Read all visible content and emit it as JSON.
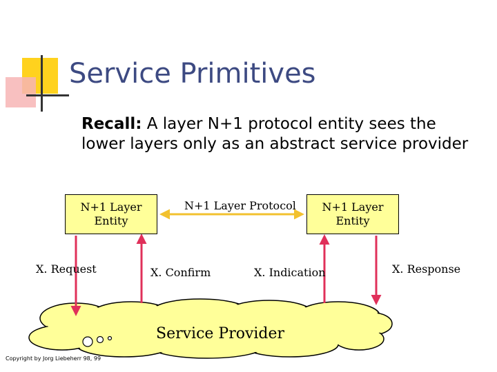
{
  "slide": {
    "title": "Service Primitives",
    "body_bold": "Recall:",
    "body_text": " A layer N+1 protocol entity sees the lower layers only as an abstract service provider"
  },
  "diagram": {
    "left_entity": "N+1 Layer Entity",
    "right_entity": "N+1 Layer Entity",
    "protocol_label": "N+1 Layer Protocol",
    "request_label": "X. Request",
    "confirm_label": "X. Confirm",
    "indication_label": "X. Indication",
    "response_label": "X. Response",
    "provider_label": "Service Provider"
  },
  "footer": {
    "copyright": "Copyright by Jorg Liebeherr 98, 99"
  },
  "colors": {
    "title": "#3d4a82",
    "entity_fill": "#ffff99",
    "protocol_arrow": "#f2c12e",
    "primitive_arrow": "#e0305a",
    "cloud_fill": "#ffff99"
  }
}
